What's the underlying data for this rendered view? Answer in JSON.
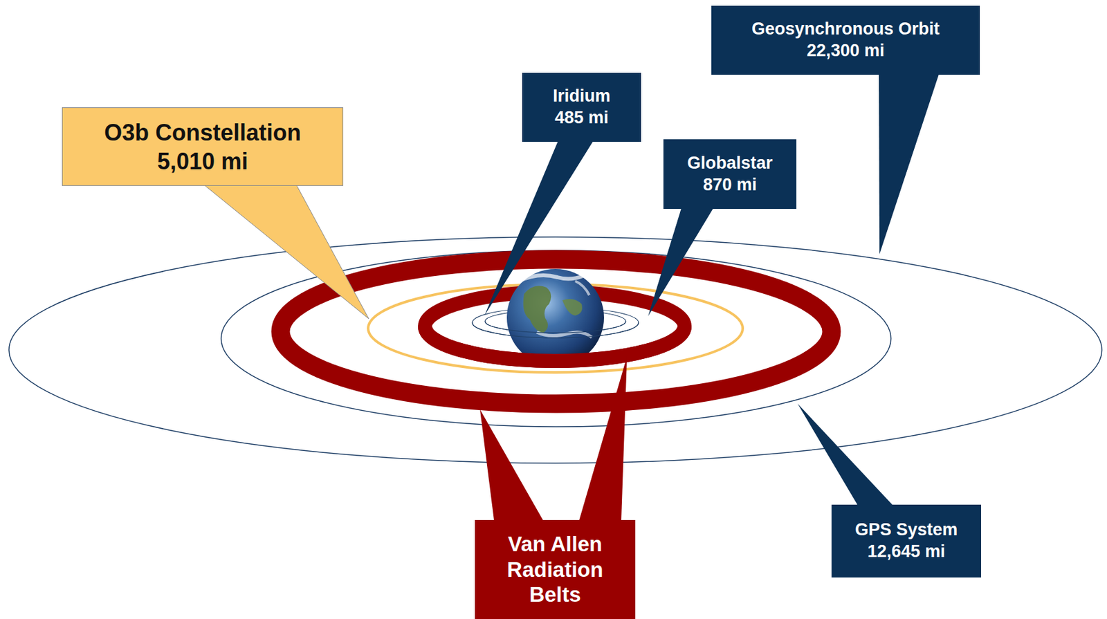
{
  "diagram": {
    "nodes": [
      {
        "text": [
          "Geosynchronous Orbit",
          "22,300 mi"
        ]
      },
      {
        "text": [
          "Iridium",
          "485 mi"
        ]
      },
      {
        "text": [
          "O3b Constellation",
          "5,010 mi"
        ]
      },
      {
        "text": [
          "Globalstar",
          "870 mi"
        ]
      },
      {
        "text": [
          "GPS System",
          "12,645 mi"
        ]
      },
      {
        "text": [
          "Van Allen Radiation Belts"
        ]
      }
    ]
  }
}
